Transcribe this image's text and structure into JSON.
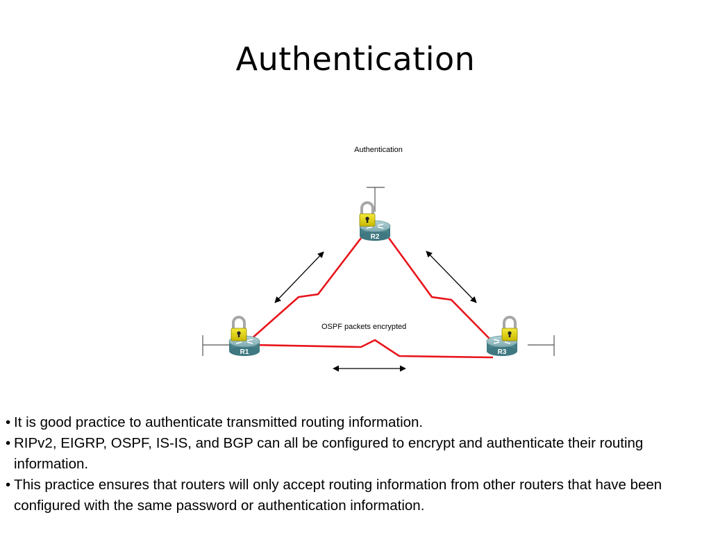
{
  "slide": {
    "title": "Authentication"
  },
  "diagram": {
    "title": "Authentication",
    "link_caption": "OSPF packets encrypted",
    "routers": [
      {
        "label": "R1"
      },
      {
        "label": "R2"
      },
      {
        "label": "R3"
      }
    ],
    "colors": {
      "link": "#e8141b",
      "router_top": "#8fb9bd",
      "router_side": "#4f8a92",
      "lock_body": "#e3d300",
      "lock_shackle": "#a9a9a9",
      "arrow": "#000000"
    }
  },
  "bullets": [
    {
      "marker": "•",
      "text": "It is good practice to authenticate transmitted routing information."
    },
    {
      "marker": "•",
      "text": "RIPv2, EIGRP, OSPF, IS-IS, and BGP can all be configured to encrypt and authenticate their routing information."
    },
    {
      "marker": "•",
      "text": "This practice ensures that routers will only accept routing information from other routers that have been configured with the same password or authentication information."
    }
  ]
}
